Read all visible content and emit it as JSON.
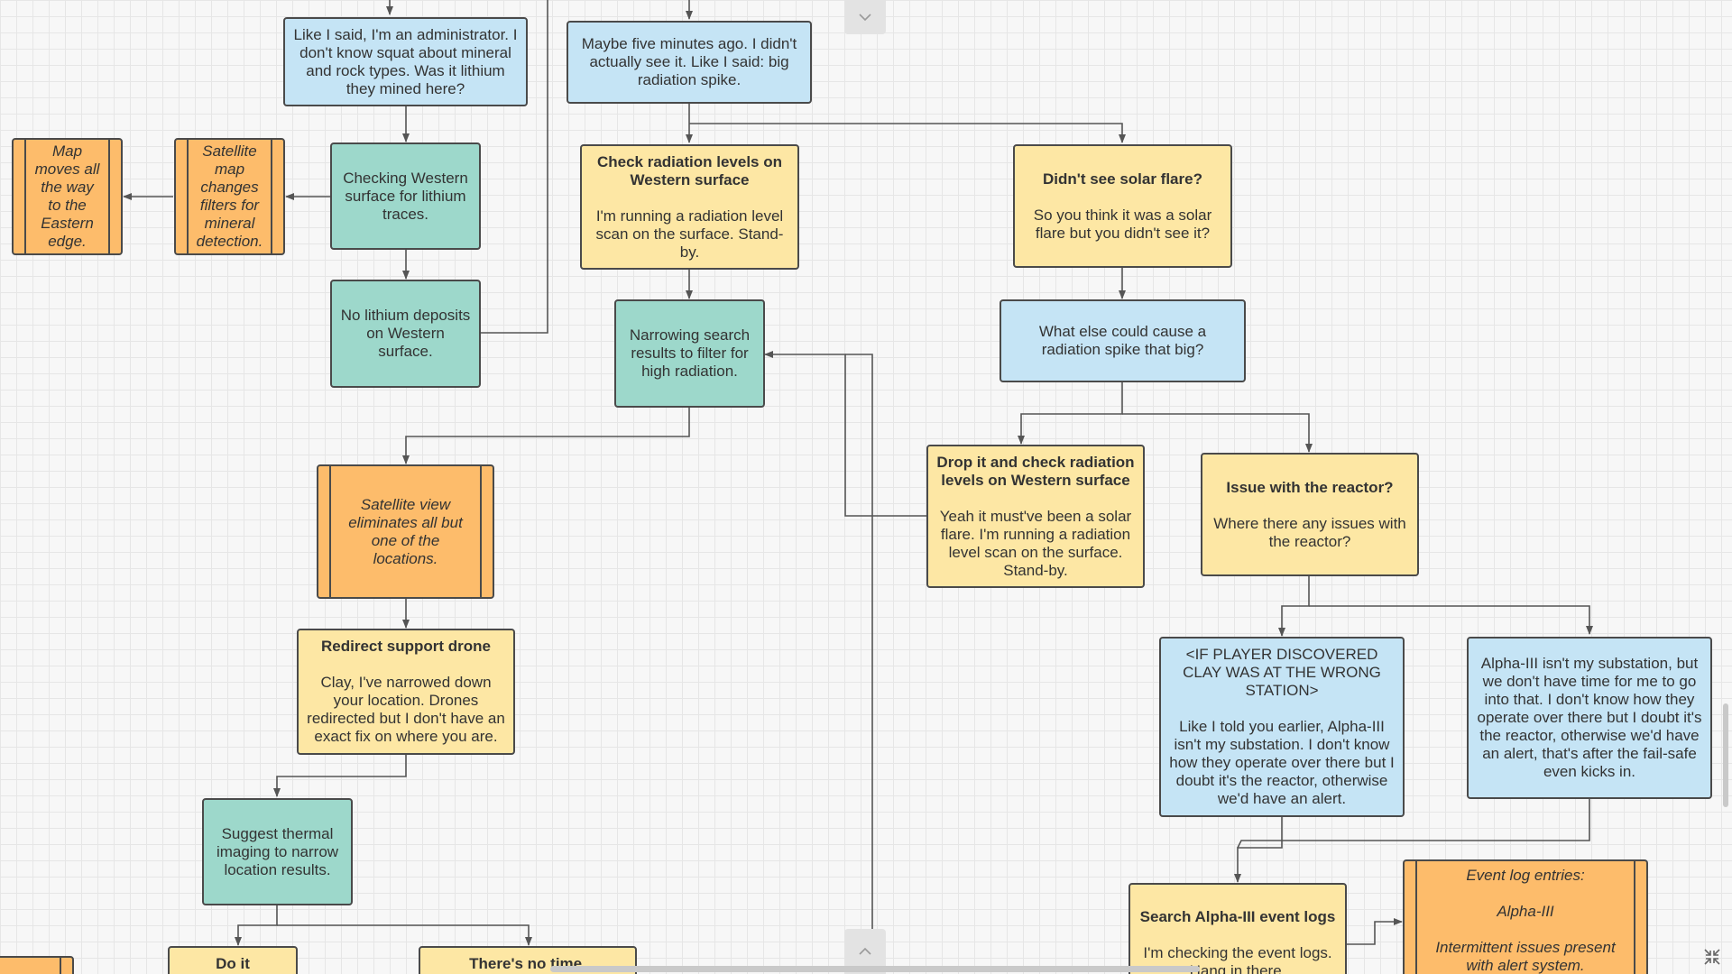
{
  "nodes": {
    "admin_reply": {
      "body": "Like I said, I'm an administrator. I don't know squat about mineral and rock types. Was it lithium they mined here?"
    },
    "five_minutes": {
      "body": "Maybe five minutes ago. I didn't actually see it. Like I said: big radiation spike."
    },
    "map_moves": {
      "body": "Map moves all the way to the Eastern edge."
    },
    "satellite_filters": {
      "body": "Satellite map changes filters for mineral detection."
    },
    "checking_western": {
      "body": "Checking Western surface for lithium traces."
    },
    "check_radiation": {
      "title": "Check radiation levels on Western surface",
      "body": "I'm running a radiation level scan on the surface. Stand-by."
    },
    "solar_flare": {
      "title": "Didn't see solar flare?",
      "body": "So you think it was a solar flare but you didn't see it?"
    },
    "no_lithium": {
      "body": "No lithium deposits on Western surface."
    },
    "narrowing": {
      "body": "Narrowing search results to filter for high radiation."
    },
    "what_else": {
      "body": "What else could cause a radiation spike that big?"
    },
    "drop_it": {
      "title": "Drop it and check radiation levels on Western surface",
      "body": "Yeah it must've been a solar flare. I'm running a radiation level scan on the surface. Stand-by."
    },
    "reactor_issue": {
      "title": "Issue with the reactor?",
      "body": "Where there any issues with the reactor?"
    },
    "satellite_view": {
      "body": "Satellite view eliminates all but one of the locations."
    },
    "redirect_drone": {
      "title": "Redirect support drone",
      "body": "Clay, I've narrowed down your location. Drones redirected but I don't have an exact fix on where you are."
    },
    "if_player": {
      "body": "<IF PLAYER DISCOVERED CLAY WAS AT THE WRONG STATION>\n\nLike I told you earlier, Alpha-III isn't my substation. I don't know how they operate over there but I doubt it's the reactor, otherwise we'd have an alert."
    },
    "alpha_substation": {
      "body": "Alpha-III isn't my substation, but we don't have time for me to go into that. I don't know how they operate over there but I doubt it's the reactor, otherwise we'd have an alert, that's after the fail-safe even kicks in."
    },
    "thermal": {
      "body": "Suggest thermal imaging to narrow location results."
    },
    "search_logs": {
      "title": "Search Alpha-III event logs",
      "body": "I'm checking the event logs. Hang in there."
    },
    "event_log": {
      "body": "Event log entries:\n\nAlpha-III\n\nIntermittent issues present with alert system.\nDISCONNECTED"
    },
    "do_it": {
      "title": "Do it"
    },
    "no_time": {
      "title": "There's no time."
    }
  },
  "controls": {
    "collapse_top_icon": "chevron-down-icon",
    "expand_bottom_icon": "chevron-up-icon",
    "fit_icon": "collapse-arrows-icon"
  },
  "colors": {
    "blue": "#c5e4f5",
    "teal": "#9dd8cb",
    "yellow": "#fde7a4",
    "orange": "#fdbc6b",
    "stroke": "#4a4a4a"
  }
}
